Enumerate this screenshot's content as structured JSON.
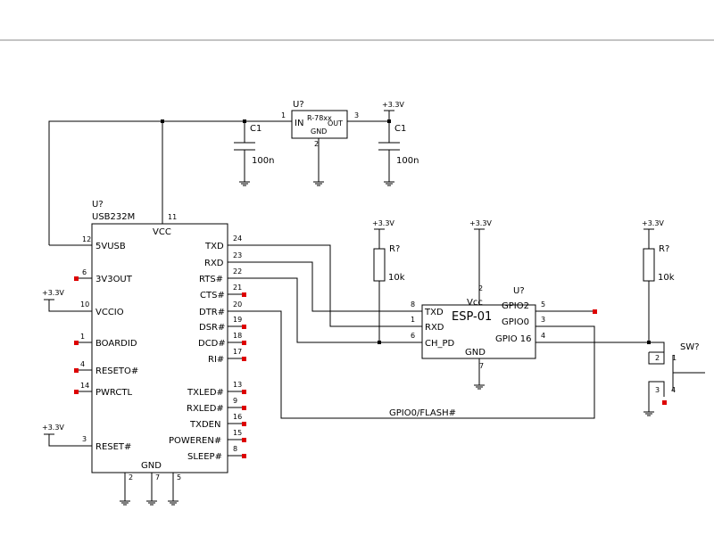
{
  "colors": {
    "wire": "#000000",
    "background": "#ffffff",
    "nc_marker": "#dd0000"
  },
  "power": {
    "v33": "+3.3V"
  },
  "ftdi": {
    "ref": "U?",
    "name": "USB232M",
    "pins": {
      "vcc": {
        "label": "VCC",
        "num": "11"
      },
      "v5usb": {
        "label": "5VUSB",
        "num": "12"
      },
      "v3out": {
        "label": "3V3OUT",
        "num": "6"
      },
      "vccio": {
        "label": "VCCIO",
        "num": "10"
      },
      "boardid": {
        "label": "BOARDID",
        "num": "1"
      },
      "reseto": {
        "label": "RESETO#",
        "num": "4"
      },
      "pwrctl": {
        "label": "PWRCTL",
        "num": "14"
      },
      "reset": {
        "label": "RESET#",
        "num": "3"
      },
      "txd": {
        "label": "TXD",
        "num": "24"
      },
      "rxd": {
        "label": "RXD",
        "num": "23"
      },
      "rts": {
        "label": "RTS#",
        "num": "22"
      },
      "cts": {
        "label": "CTS#",
        "num": "21"
      },
      "dtr": {
        "label": "DTR#",
        "num": "20"
      },
      "dsr": {
        "label": "DSR#",
        "num": "19"
      },
      "dcd": {
        "label": "DCD#",
        "num": "18"
      },
      "ri": {
        "label": "RI#",
        "num": "17"
      },
      "txled": {
        "label": "TXLED#",
        "num": "13"
      },
      "rxled": {
        "label": "RXLED#",
        "num": "9"
      },
      "txden": {
        "label": "TXDEN",
        "num": "16"
      },
      "poweren": {
        "label": "POWEREN#",
        "num": "15"
      },
      "sleep": {
        "label": "SLEEP#",
        "num": "8"
      },
      "gnd": {
        "label": "GND",
        "nums": [
          "2",
          "7",
          "5"
        ]
      }
    }
  },
  "regulator": {
    "ref": "U?",
    "name": "R-78xx",
    "in": {
      "label": "IN",
      "num": "1"
    },
    "out": {
      "label": "OUT",
      "num": "3"
    },
    "gnd": {
      "label": "GND",
      "num": "2"
    }
  },
  "cap_in": {
    "ref": "C1",
    "value": "100n"
  },
  "cap_out": {
    "ref": "C1",
    "value": "100n"
  },
  "esp": {
    "ref": "U?",
    "name": "ESP-01",
    "pins": {
      "vcc": {
        "label": "Vcc",
        "num": "2"
      },
      "txd": {
        "label": "TXD",
        "num": "8"
      },
      "rxd": {
        "label": "RXD",
        "num": "1"
      },
      "chpd": {
        "label": "CH_PD",
        "num": "6"
      },
      "gnd": {
        "label": "GND",
        "num": "7"
      },
      "gpio2": {
        "label": "GPIO2",
        "num": "5"
      },
      "gpio0": {
        "label": "GPIO0",
        "num": "3"
      },
      "gpio16": {
        "label": "GPIO 16",
        "num": "4"
      }
    }
  },
  "r1": {
    "ref": "R?",
    "value": "10k"
  },
  "r2": {
    "ref": "R?",
    "value": "10k"
  },
  "switch": {
    "ref": "SW?",
    "pins": [
      "1",
      "2",
      "3",
      "4"
    ]
  },
  "net_label": "GPIO0/FLASH#"
}
